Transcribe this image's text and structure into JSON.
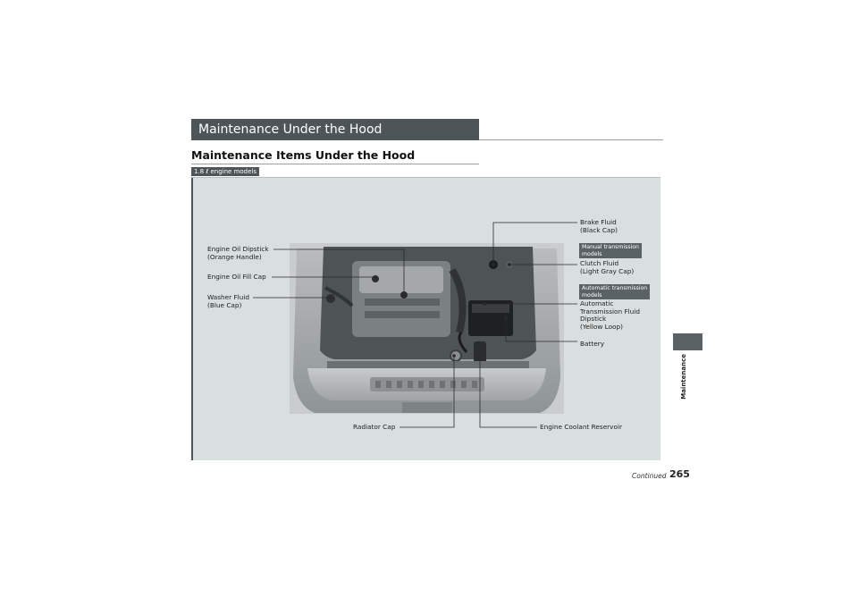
{
  "section": {
    "title": "Maintenance Under the Hood"
  },
  "subheading": "Maintenance Items Under the Hood",
  "model_badge": "1.8 ℓ engine models",
  "labels": {
    "engine_oil_dipstick": "Engine Oil Dipstick\n(Orange Handle)",
    "engine_oil_fill_cap": "Engine Oil Fill Cap",
    "washer_fluid": "Washer Fluid\n(Blue Cap)",
    "brake_fluid": "Brake Fluid\n(Black Cap)",
    "manual_badge": "Manual transmission\nmodels",
    "clutch_fluid": "Clutch Fluid\n(Light Gray Cap)",
    "automatic_badge": "Automatic transmission\nmodels",
    "atf_dipstick": "Automatic\nTransmission Fluid\nDipstick\n(Yellow Loop)",
    "battery": "Battery",
    "radiator_cap": "Radiator Cap",
    "coolant_reservoir": "Engine Coolant Reservoir"
  },
  "side_tab": {
    "label": "Maintenance",
    "color": "#5a6266"
  },
  "footer": {
    "continued": "Continued",
    "page_number": "265"
  }
}
